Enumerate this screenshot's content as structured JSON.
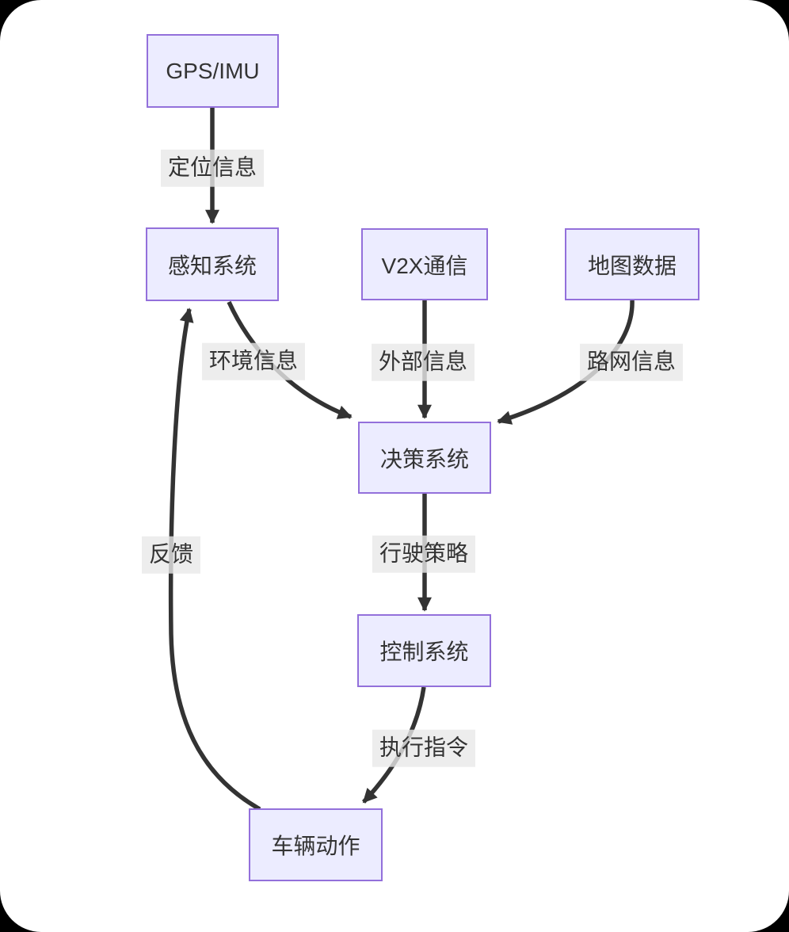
{
  "diagram": {
    "type": "flowchart",
    "direction": "top-down",
    "nodes": [
      {
        "id": "gps-imu",
        "label": "GPS/IMU"
      },
      {
        "id": "perception",
        "label": "感知系统"
      },
      {
        "id": "v2x",
        "label": "V2X通信"
      },
      {
        "id": "map-data",
        "label": "地图数据"
      },
      {
        "id": "decision",
        "label": "决策系统"
      },
      {
        "id": "control",
        "label": "控制系统"
      },
      {
        "id": "vehicle-action",
        "label": "车辆动作"
      }
    ],
    "edges": [
      {
        "from": "GPS/IMU",
        "to": "感知系统",
        "label": "定位信息"
      },
      {
        "from": "感知系统",
        "to": "决策系统",
        "label": "环境信息"
      },
      {
        "from": "V2X通信",
        "to": "决策系统",
        "label": "外部信息"
      },
      {
        "from": "地图数据",
        "to": "决策系统",
        "label": "路网信息"
      },
      {
        "from": "决策系统",
        "to": "控制系统",
        "label": "行驶策略"
      },
      {
        "from": "控制系统",
        "to": "车辆动作",
        "label": "执行指令"
      },
      {
        "from": "车辆动作",
        "to": "感知系统",
        "label": "反馈"
      }
    ],
    "colors": {
      "node_fill": "#ECECFF",
      "node_border": "#9370DB",
      "edge": "#333333",
      "edge_label_background": "#e8e8e8",
      "text": "#333333",
      "canvas": "#ffffff",
      "page_background": "#000000"
    }
  }
}
